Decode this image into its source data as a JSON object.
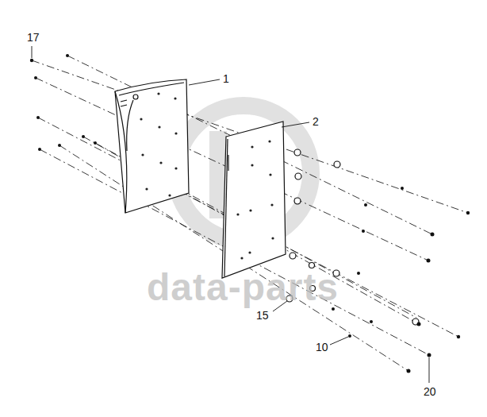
{
  "diagram": {
    "labels": [
      "17",
      "1",
      "2",
      "data-parts",
      "15",
      "10",
      "20"
    ]
  }
}
